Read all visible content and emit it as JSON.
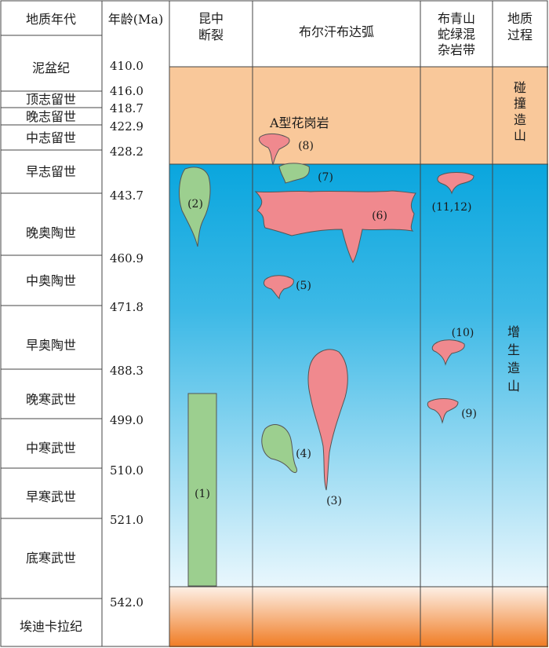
{
  "headers": {
    "period": "地质年代",
    "age": "年龄(Ma)",
    "col_kunzhong": [
      "昆中",
      "断裂"
    ],
    "col_arc": "布尔汗布达弧",
    "col_ophiolite": [
      "布青山",
      "蛇绿混",
      "杂岩带"
    ],
    "col_process": [
      "地质",
      "过程"
    ]
  },
  "periods": [
    "泥盆纪",
    "顶志留世",
    "晚志留世",
    "中志留世",
    "早志留世",
    "晚奥陶世",
    "中奥陶世",
    "早奥陶世",
    "晚寒武世",
    "中寒武世",
    "早寒武世",
    "底寒武世",
    "埃迪卡拉纪"
  ],
  "ages": [
    "410.0",
    "416.0",
    "418.7",
    "422.9",
    "428.2",
    "443.7",
    "460.9",
    "471.8",
    "488.3",
    "499.0",
    "510.0",
    "521.0",
    "542.0"
  ],
  "process": {
    "collision": [
      "碰",
      "撞",
      "造",
      "山"
    ],
    "accretion": [
      "增",
      "生",
      "造",
      "山"
    ]
  },
  "granite_label": "A型花岗岩",
  "bodies": [
    "(1)",
    "(2)",
    "(3)",
    "(4)",
    "(5)",
    "(6)",
    "(7)",
    "(8)",
    "(9)",
    "(10)",
    "(11,12)"
  ],
  "colors": {
    "collision_band": "#f9c89a",
    "sea_top": "#0aa6de",
    "sea_bottom": "#e6f6fd",
    "base_top": "#fdeee2",
    "base_bottom": "#f2802a",
    "pink_body": "#f0898e",
    "green_body": "#9ccf8f",
    "line": "#444444"
  }
}
